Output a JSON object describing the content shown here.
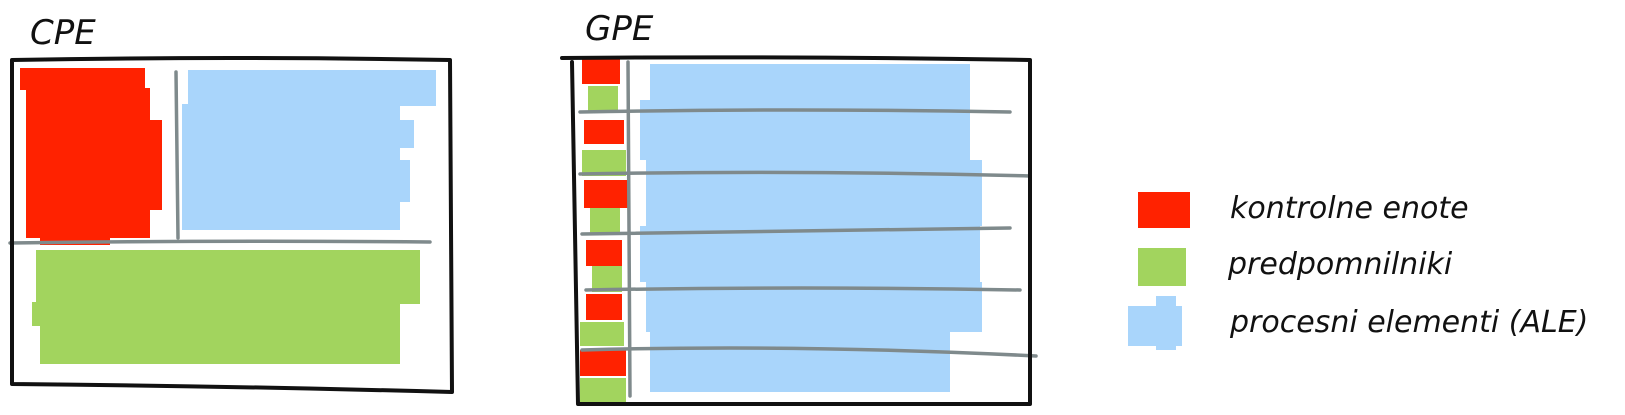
{
  "cpu": {
    "title": "CPE"
  },
  "gpu": {
    "title": "GPE"
  },
  "legend": {
    "items": [
      {
        "label": "kontrolne enote",
        "color": "#ff2200"
      },
      {
        "label": "predpomnilniki",
        "color": "#a2d45e"
      },
      {
        "label": "procesni elementi (ALE)",
        "color": "#a9d5fb"
      }
    ]
  },
  "colors": {
    "red": "#ff2200",
    "green": "#a2d45e",
    "blue": "#a9d5fb",
    "frame": "#111111",
    "divider": "#7f8a8c"
  }
}
